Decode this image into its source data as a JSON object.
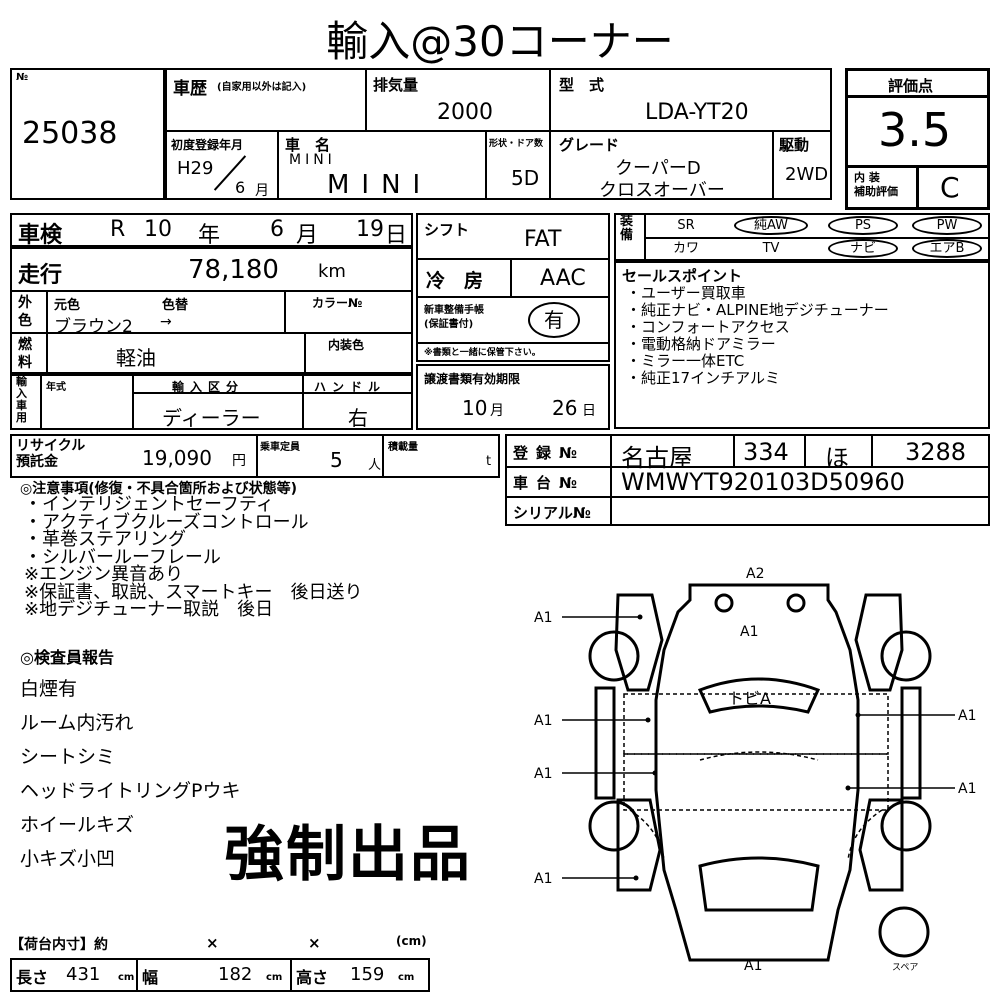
{
  "title": "輸入@30コーナー",
  "lot": {
    "label": "№",
    "number": "25038"
  },
  "history": {
    "label": "車歴",
    "note": "(自家用以外は記入)"
  },
  "displacement": {
    "label": "排気量",
    "value": "2000"
  },
  "model": {
    "label": "型　式",
    "value": "LDA-YT20"
  },
  "rating": {
    "label": "評価点",
    "value": "3.5",
    "interior_label": "内 装\n補助評価",
    "interior_value": "C"
  },
  "first_reg": {
    "label": "初度登録年月",
    "era": "H29",
    "month": "6",
    "month_unit": "月"
  },
  "car_name": {
    "label": "車　名",
    "small": "MINI",
    "value": "MINI"
  },
  "doors": {
    "label": "形状・ドア数",
    "value": "5D"
  },
  "grade": {
    "label": "グレード",
    "line1": "クーパーD",
    "line2": "クロスオーバー"
  },
  "drive": {
    "label": "駆動",
    "value": "2WD"
  },
  "inspection": {
    "label": "車検",
    "era": "R",
    "year": "10",
    "year_unit": "年",
    "month": "6",
    "month_unit": "月",
    "day": "19",
    "day_unit": "日"
  },
  "shift": {
    "label": "シフト",
    "value": "FAT"
  },
  "equipment": {
    "label": "装備",
    "items": [
      {
        "text": "SR",
        "circled": false
      },
      {
        "text": "純AW",
        "circled": true
      },
      {
        "text": "PS",
        "circled": true
      },
      {
        "text": "PW",
        "circled": true
      },
      {
        "text": "カワ",
        "circled": false
      },
      {
        "text": "TV",
        "circled": false
      },
      {
        "text": "ナビ",
        "circled": true
      },
      {
        "text": "エアB",
        "circled": true
      }
    ]
  },
  "mileage": {
    "label": "走行",
    "value": "78,180",
    "unit": "km"
  },
  "ac": {
    "label": "冷　房",
    "value": "AAC"
  },
  "selling_points": {
    "label": "セールスポイント",
    "items": [
      "・ユーザー買取車",
      "・純正ナビ・ALPINE地デジチューナー",
      "・コンフォートアクセス",
      "・電動格納ドアミラー",
      "・ミラー一体ETC",
      "・純正17インチアルミ"
    ]
  },
  "color": {
    "side_label": "外色",
    "orig_label": "元色",
    "change_label": "色替",
    "code_label": "カラー№",
    "value": "ブラウン2",
    "arrow": "→"
  },
  "manual": {
    "label": "新車整備手帳\n(保証書付)",
    "value": "有",
    "note": "※書類と一緒に保管下さい。"
  },
  "fuel": {
    "label": "燃料",
    "value": "軽油",
    "interior_color_label": "内装色"
  },
  "import": {
    "side_label": "輸入車用",
    "year_label": "年式",
    "type_label": "輸入区分",
    "type_value": "ディーラー",
    "handle_label": "ハンドル",
    "handle_value": "右"
  },
  "transfer": {
    "label": "譲渡書類有効期限",
    "month": "10",
    "month_unit": "月",
    "day": "26",
    "day_unit": "日"
  },
  "recycle": {
    "label": "リサイクル\n預託金",
    "value": "19,090",
    "unit": "円"
  },
  "capacity": {
    "label": "乗車定員",
    "value": "5",
    "unit": "人"
  },
  "load": {
    "label": "積載量",
    "unit": "t"
  },
  "registration": {
    "label": "登録№",
    "area": "名古屋",
    "class": "334",
    "kana": "ほ",
    "number": "3288"
  },
  "chassis": {
    "label": "車台№",
    "value": "WMWYT920103D50960"
  },
  "serial": {
    "label": "シリアル№",
    "value": ""
  },
  "notes": {
    "label": "◎注意事項(修復・不具合箇所および状態等)",
    "items": [
      "・インテリジェントセーフティ",
      "・アクティブクルーズコントロール",
      "・革巻ステアリング",
      "・シルバールーフレール",
      "※エンジン異音あり",
      "※保証書、取説、スマートキー　後日送り",
      "※地デジチューナー取説　後日"
    ]
  },
  "inspector": {
    "label": "◎検査員報告",
    "items": [
      "白煙有",
      "ルーム内汚れ",
      "シートシミ",
      "ヘッドライトリングPウキ",
      "ホイールキズ",
      "小キズ小凹"
    ]
  },
  "stamp": "強制出品",
  "diagram": {
    "marks": [
      "A2",
      "A1",
      "トビA",
      "A1",
      "A1",
      "A1",
      "A1",
      "A1",
      "A1",
      "A1"
    ],
    "spare": "スペア"
  },
  "cargo": {
    "label": "【荷台内寸】約",
    "x1": "×",
    "x2": "×",
    "unit": "(cm)"
  },
  "dims": {
    "length_label": "長さ",
    "length": "431",
    "width_label": "幅",
    "width": "182",
    "height_label": "高さ",
    "height": "159",
    "unit": "cm"
  }
}
